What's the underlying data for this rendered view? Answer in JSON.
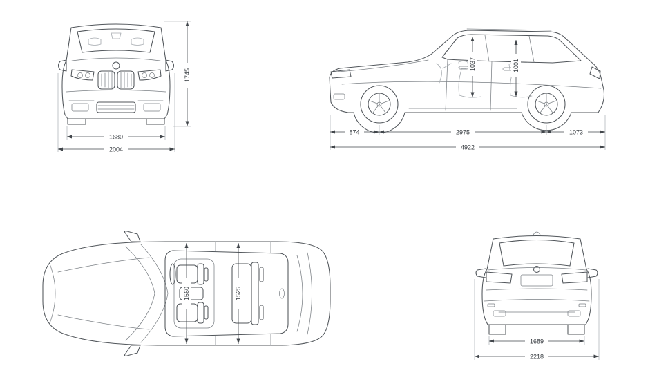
{
  "views": {
    "front": {
      "dims": {
        "height": "1745",
        "track": "1680",
        "width": "2004"
      }
    },
    "side": {
      "dims": {
        "headroom_front": "1037",
        "headroom_rear": "1001",
        "front_overhang": "874",
        "wheelbase": "2975",
        "rear_overhang": "1073",
        "length": "4922"
      }
    },
    "top": {
      "dims": {
        "interior_width_front": "1560",
        "interior_width_rear": "1525"
      }
    },
    "rear": {
      "dims": {
        "track": "1689",
        "width_incl_mirrors": "2218"
      }
    }
  },
  "colors": {
    "line": "#50555a",
    "dimension": "#41464b",
    "light": "#a6abb0"
  }
}
